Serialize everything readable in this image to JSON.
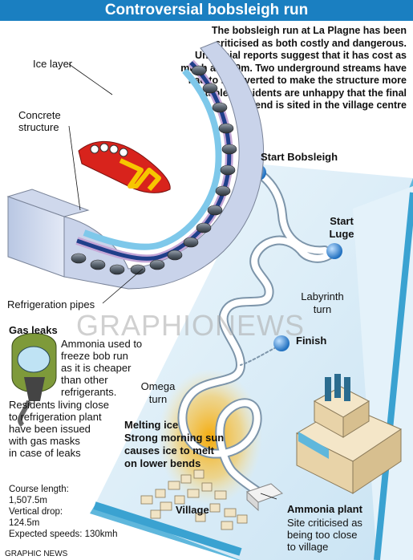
{
  "title": "Controversial bobsleigh run",
  "intro": "The bobsleigh run at La Plagne has been criticised as both costly and dangerous. Unofficial reports suggest that it has cost as much as £20m. Two underground streams have had to be diverted to make the structure more stable. Residents are unhappy that the final bend is sited in the village centre",
  "cross_section": {
    "ice_layer": "Ice layer",
    "concrete_line1": "Concrete",
    "concrete_line2": "structure",
    "refrigeration": "Refrigeration pipes"
  },
  "gas": {
    "title": "Gas leaks",
    "line1": "Ammonia used to",
    "line2": "freeze bob run",
    "line3": "as it is cheaper",
    "line4": "than other",
    "line5": "refrigerants.",
    "line6": "Residents living close",
    "line7": "to refrigeration plant",
    "line8": "have been issued",
    "line9": "with gas masks",
    "line10": "in case of leaks"
  },
  "stats": {
    "course_label": "Course length:",
    "course_value": "1,507.5m",
    "drop_label": "Vertical drop:",
    "drop_value": "124.5m",
    "speed": "Expected speeds: 130kmh"
  },
  "map": {
    "start_bob": "Start Bobsleigh",
    "start_luge_1": "Start",
    "start_luge_2": "Luge",
    "labyrinth_1": "Labyrinth",
    "labyrinth_2": "turn",
    "finish": "Finish",
    "omega_1": "Omega",
    "omega_2": "turn",
    "melting_1": "Melting ice",
    "melting_2": "Strong morning sun",
    "melting_3": "causes ice to melt",
    "melting_4": "on lower bends",
    "village": "Village",
    "ammonia_title": "Ammonia plant",
    "ammonia_1": "Site criticised as",
    "ammonia_2": "being too close",
    "ammonia_3": "to village"
  },
  "credit": "GRAPHIC NEWS",
  "watermark": "GRAPHIONEWS",
  "colors": {
    "title_bar": "#1a7fc1",
    "terrain": "#d6eaf6",
    "terrain_edge": "#5fb7dc",
    "track": "#ffffff",
    "marker": "#2f86cf",
    "sled": "#d8231c",
    "sled_chevron": "#f7c600",
    "glow": "#f6b000"
  }
}
